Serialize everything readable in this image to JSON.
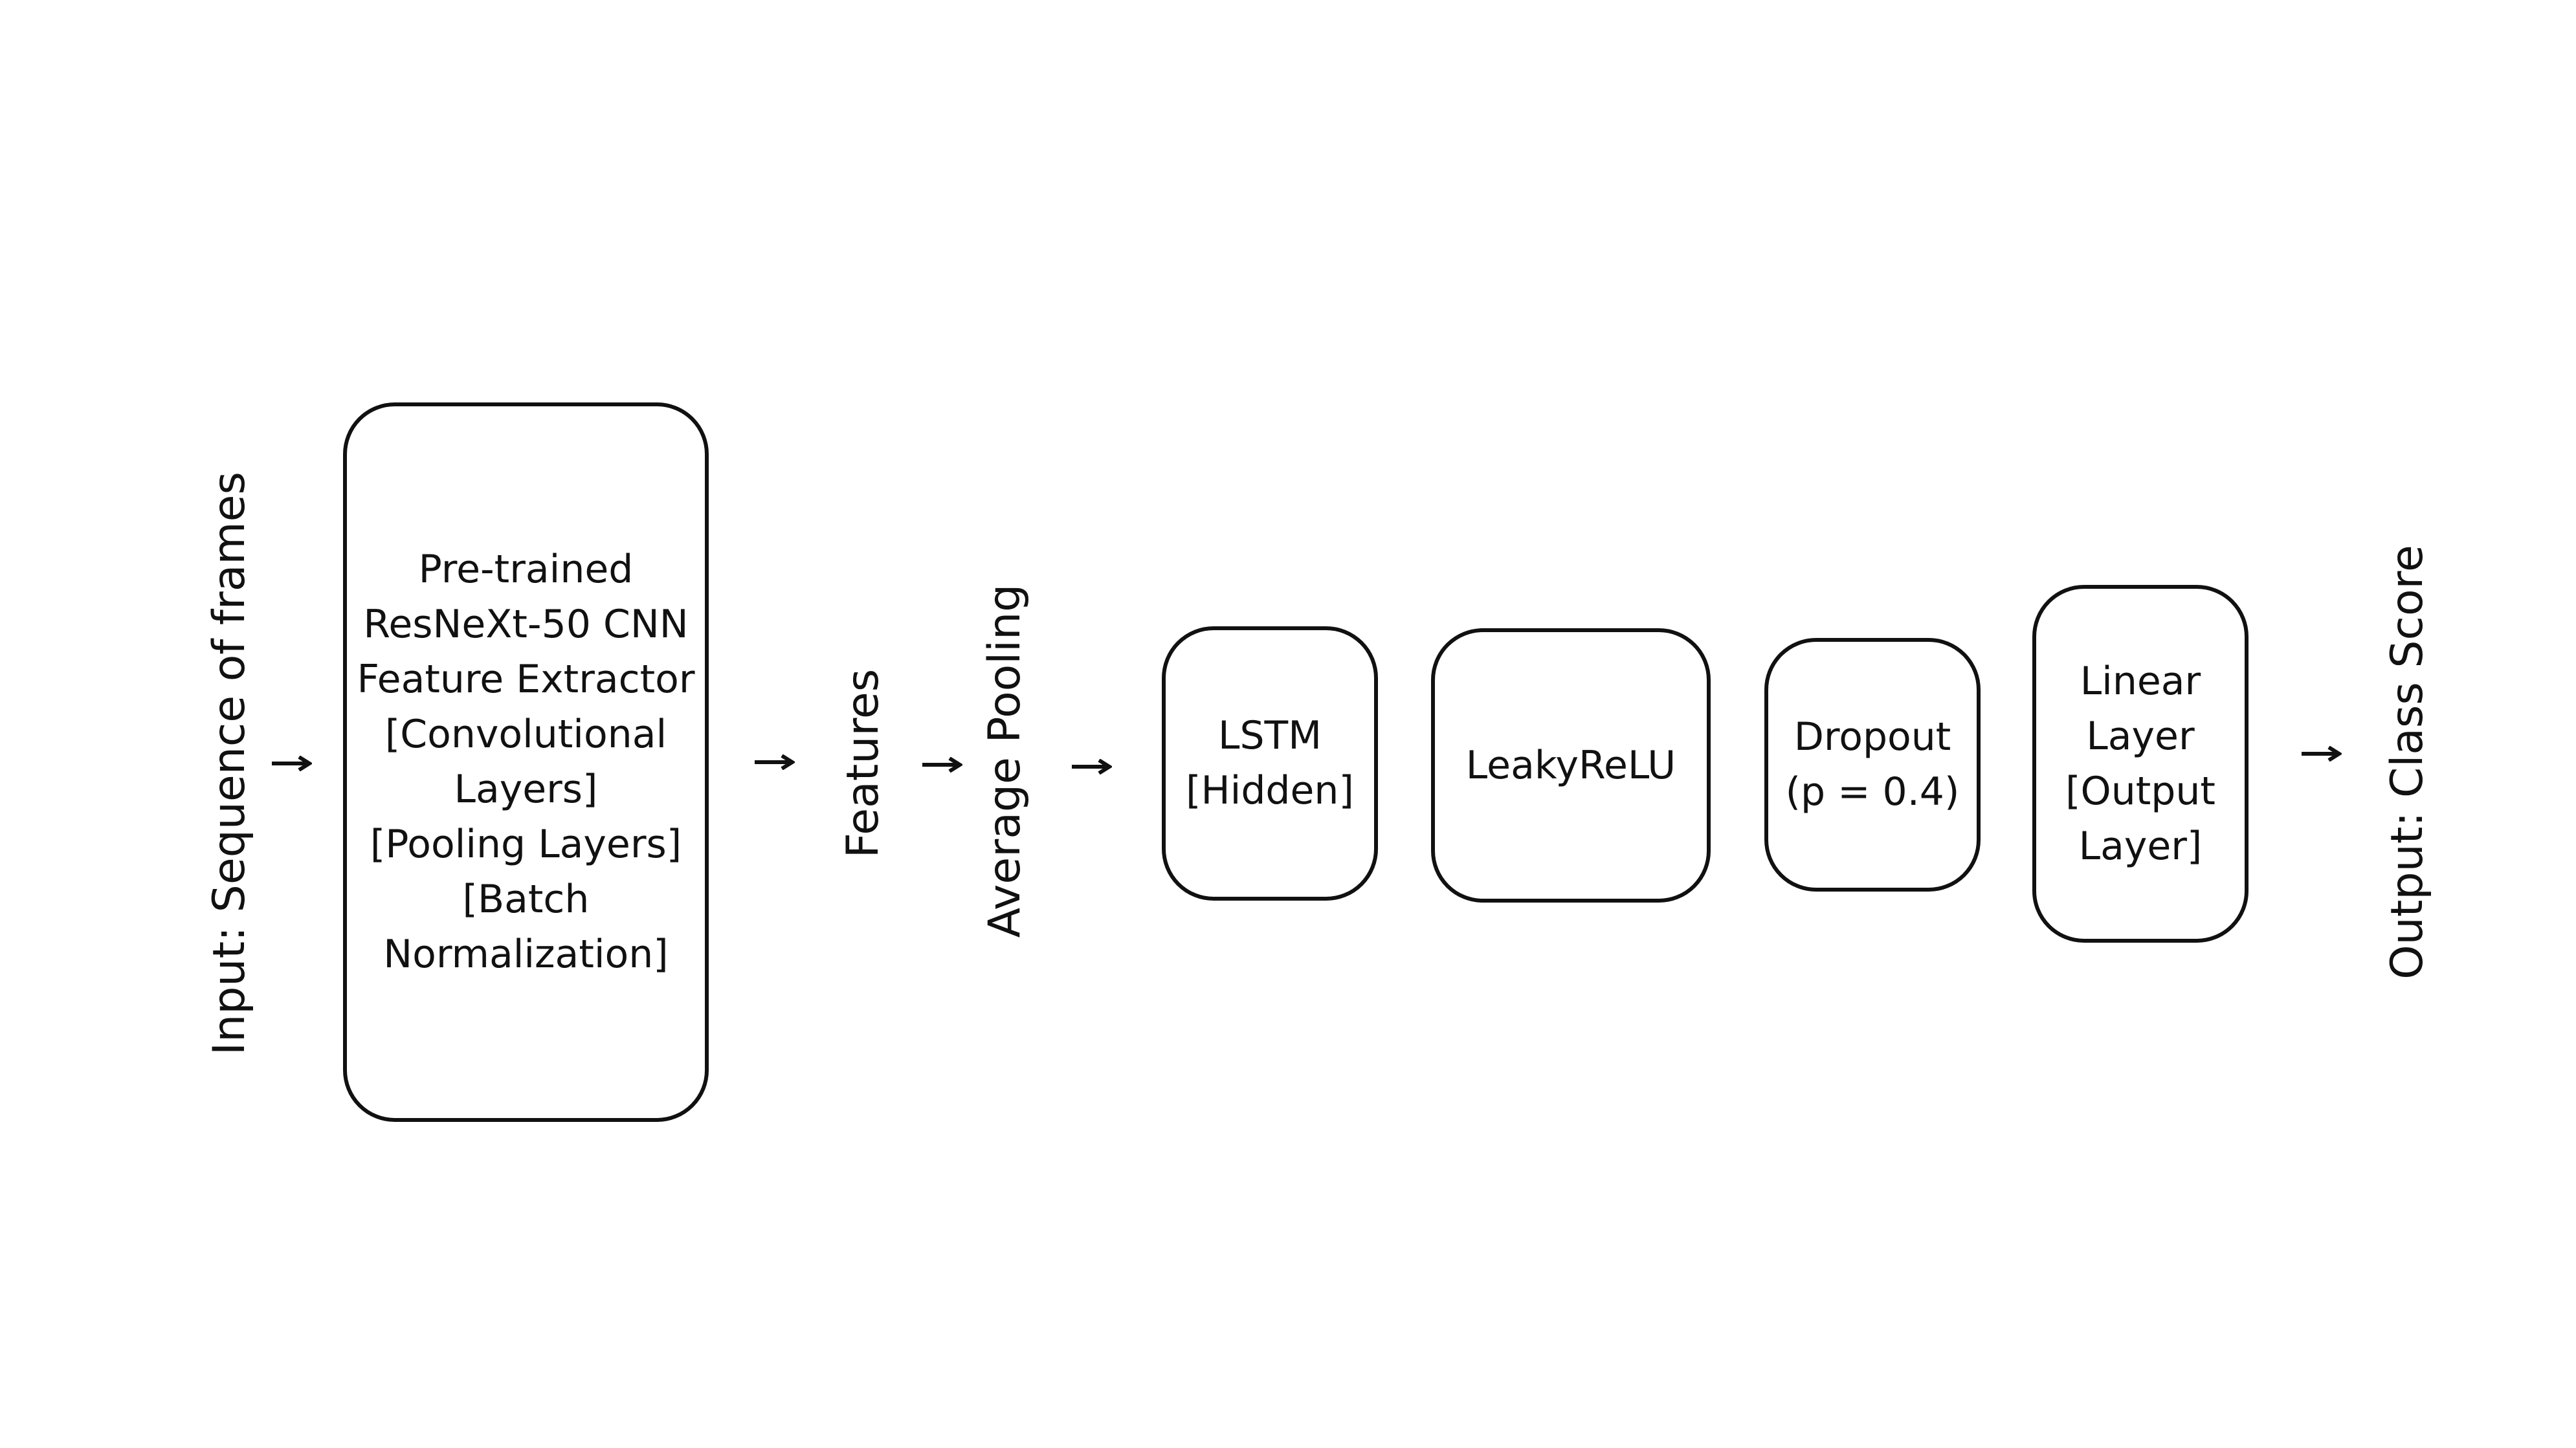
{
  "diagram": {
    "input_label": "Input: Sequence of frames",
    "cnn_box": {
      "lines": [
        "Pre-trained",
        "ResNeXt-50 CNN",
        "Feature Extractor",
        "[Convolutional",
        "Layers]",
        "[Pooling Layers]",
        "[Batch",
        "Normalization]"
      ]
    },
    "features_label": "Features",
    "pooling_label": "Average Pooling",
    "lstm_box": {
      "lines": [
        "LSTM",
        "[Hidden]"
      ]
    },
    "leaky_box": {
      "lines": [
        "LeakyReLU"
      ]
    },
    "dropout_box": {
      "lines": [
        "Dropout",
        "(p = 0.4)"
      ]
    },
    "linear_box": {
      "lines": [
        "Linear",
        "Layer",
        "[Output",
        "Layer]"
      ]
    },
    "output_label": "Output: Class Score",
    "arrow_icon": "right-arrow-icon",
    "colors": {
      "stroke": "#111111",
      "background": "#ffffff"
    }
  }
}
